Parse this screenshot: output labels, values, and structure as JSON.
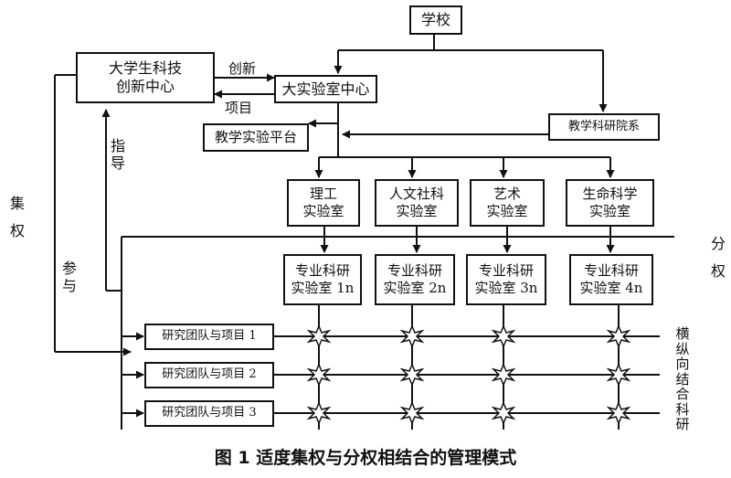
{
  "boxes": {
    "school": "学校",
    "innovation_center": "大学生科技\n创新中心",
    "big_lab_center": "大实验室中心",
    "teaching_platform": "教学实验平台",
    "teaching_department": "教学科研院系",
    "labs": [
      "理工\n实验室",
      "人文社科\n实验室",
      "艺术\n实验室",
      "生命科学\n实验室"
    ],
    "pro_labs": [
      "专业科研\n实验室 1n",
      "专业科研\n实验室 2n",
      "专业科研\n实验室 3n",
      "专业科研\n实验室 4n"
    ],
    "teams": [
      "研究团队与项目 1",
      "研究团队与项目 2",
      "研究团队与项目 3"
    ]
  },
  "labels": {
    "innovation": "创新",
    "project": "项目",
    "guide": "指导",
    "participate": "参与",
    "centralized": "集权",
    "decentralized": "分权",
    "combined": "横纵向结合科研"
  },
  "caption": "图 1   适度集权与分权相结合的管理模式"
}
